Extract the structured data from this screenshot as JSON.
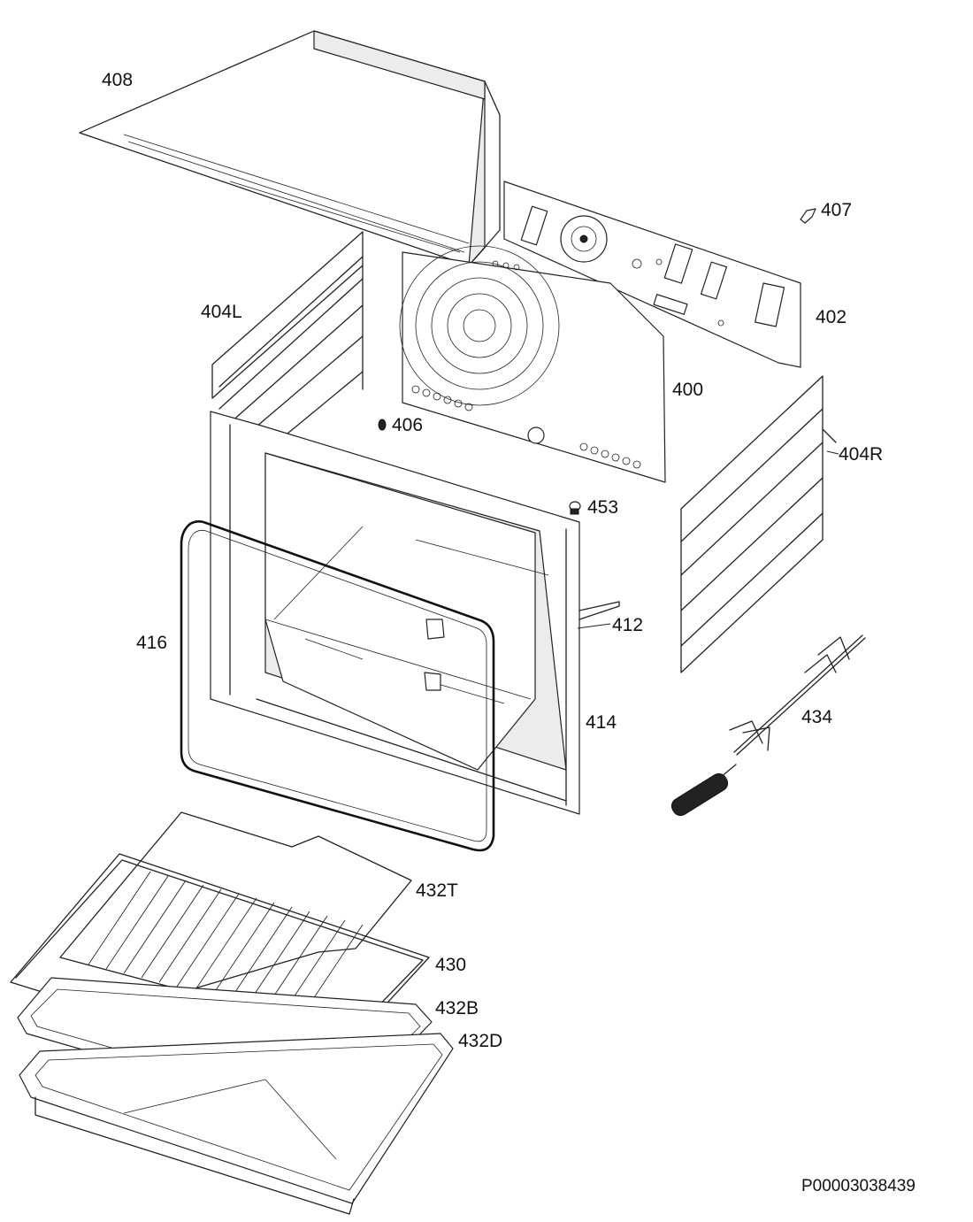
{
  "labels": {
    "p408": "408",
    "p407": "407",
    "p402": "402",
    "p404L": "404L",
    "p400": "400",
    "p406": "406",
    "p404R": "404R",
    "p453": "453",
    "p412": "412",
    "p416": "416",
    "p414": "414",
    "p434": "434",
    "p432T": "432T",
    "p430": "430",
    "p432B": "432B",
    "p432D": "432D"
  },
  "reference": "P00003038439"
}
